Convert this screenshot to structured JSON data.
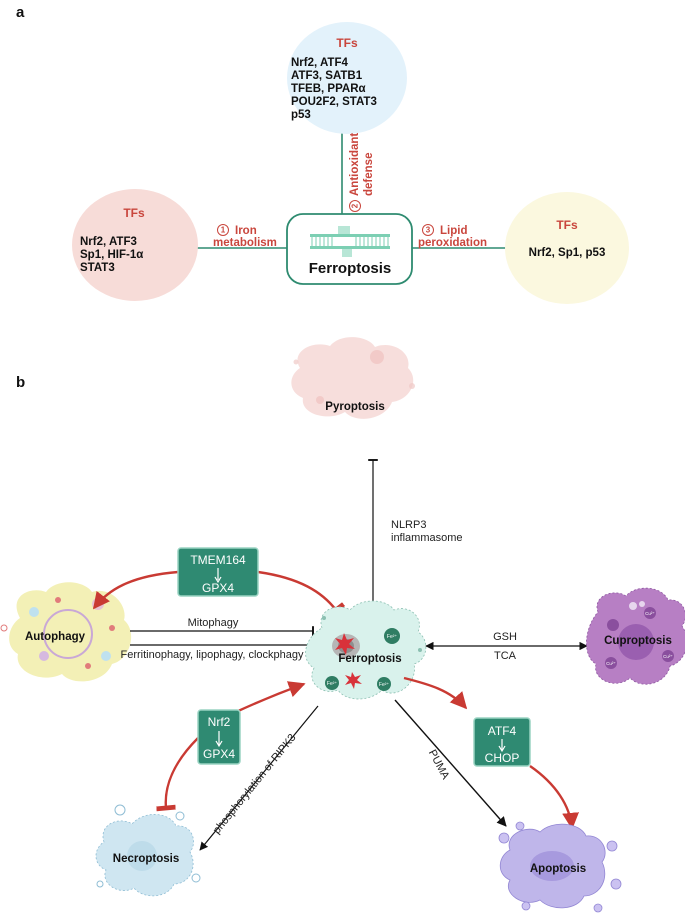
{
  "panel_a": {
    "label": "a",
    "center": {
      "title": "Ferroptosis"
    },
    "top": {
      "tf_title": "TFs",
      "items": [
        "Nrf2, ATF4",
        "ATF3, SATB1",
        "TFEB, PPARα",
        "POU2F2, STAT3",
        "p53"
      ],
      "link_number": "2",
      "link_label_1": "Antioxidant",
      "link_label_2": "defense"
    },
    "left": {
      "tf_title": "TFs",
      "items": [
        "Nrf2, ATF3",
        "Sp1, HIF-1α",
        "STAT3"
      ],
      "link_number": "1",
      "link_label_1": "Iron",
      "link_label_2": "metabolism"
    },
    "right": {
      "tf_title": "TFs",
      "items": [
        "Nrf2, Sp1, p53"
      ],
      "link_number": "3",
      "link_label_1": "Lipid",
      "link_label_2": "peroxidation"
    },
    "colors": {
      "top_circle": "#e3f2fb",
      "left_circle": "#f7dcd8",
      "right_circle": "#fbf8df",
      "accent_green": "#2e8b70",
      "accent_red": "#c9463d"
    }
  },
  "panel_b": {
    "label": "b",
    "cells": {
      "ferroptosis": "Ferroptosis",
      "pyroptosis": "Pyroptosis",
      "autophagy": "Autophagy",
      "cuproptosis": "Cuproptosis",
      "necroptosis": "Necroptosis",
      "apoptosis": "Apoptosis"
    },
    "ions": {
      "fe": "Fe²⁺",
      "cu": "Cu²⁺"
    },
    "links": {
      "nlrp3_1": "NLRP3",
      "nlrp3_2": "inflammasome",
      "mitophagy": "Mitophagy",
      "ferritinophagy": "Ferritinophagy, lipophagy, clockphagy",
      "gsh": "GSH",
      "tca": "TCA",
      "ripk3": "phosphorylation of RIPK3",
      "puma": "PUMA"
    },
    "boxes": {
      "tmem": {
        "top": "TMEM164",
        "bottom": "GPX4"
      },
      "nrf2": {
        "top": "Nrf2",
        "bottom": "GPX4"
      },
      "atf4": {
        "top": "ATF4",
        "bottom": "CHOP"
      }
    },
    "colors": {
      "box_fill": "#2f8a72",
      "red_arrow": "#c93a33",
      "ferroptosis_cell": "#d9f2ec",
      "pyroptosis_cell": "#f6d8d6",
      "autophagy_cell": "#f3f0b6",
      "cuproptosis_cell": "#b77fc4",
      "necroptosis_cell": "#cfe6f1",
      "apoptosis_cell": "#bfb6ea"
    }
  }
}
